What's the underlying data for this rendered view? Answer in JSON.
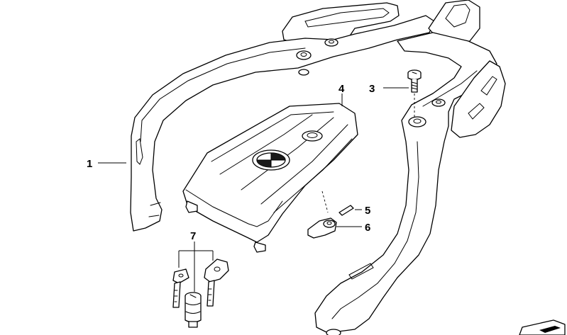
{
  "callouts": {
    "c1": "1",
    "c3": "3",
    "c4": "4",
    "c5": "5",
    "c6": "6",
    "c7": "7"
  },
  "logo": {
    "emblem": "bmw-roundel"
  },
  "colors": {
    "line": "#000000",
    "background": "#ffffff",
    "shade": "#dcdcdc"
  }
}
